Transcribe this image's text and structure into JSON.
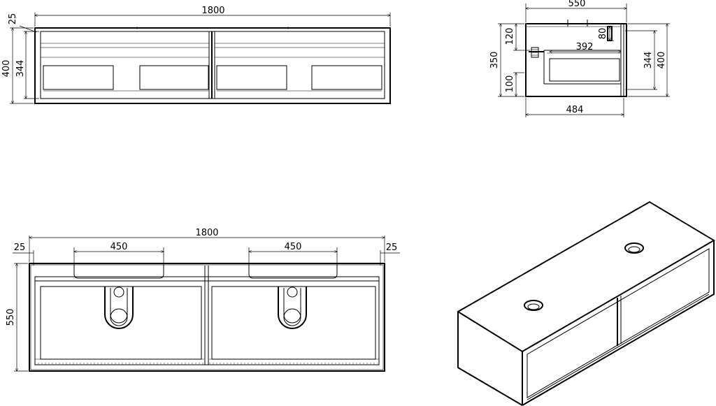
{
  "front_view": {
    "dims": {
      "overall_width": "1800",
      "top_offset": "25",
      "overall_height": "400",
      "inner_height": "344"
    }
  },
  "side_view": {
    "dims": {
      "depth": "550",
      "height_350": "350",
      "upper_120": "120",
      "lower_100": "100",
      "gap_80": "80",
      "drawer_392": "392",
      "inner_344": "344",
      "overall_400": "400",
      "bottom_484": "484"
    }
  },
  "top_view": {
    "dims": {
      "overall_width": "1800",
      "left_offset": "25",
      "right_offset": "25",
      "basin_left": "450",
      "basin_right": "450",
      "depth": "550"
    }
  }
}
